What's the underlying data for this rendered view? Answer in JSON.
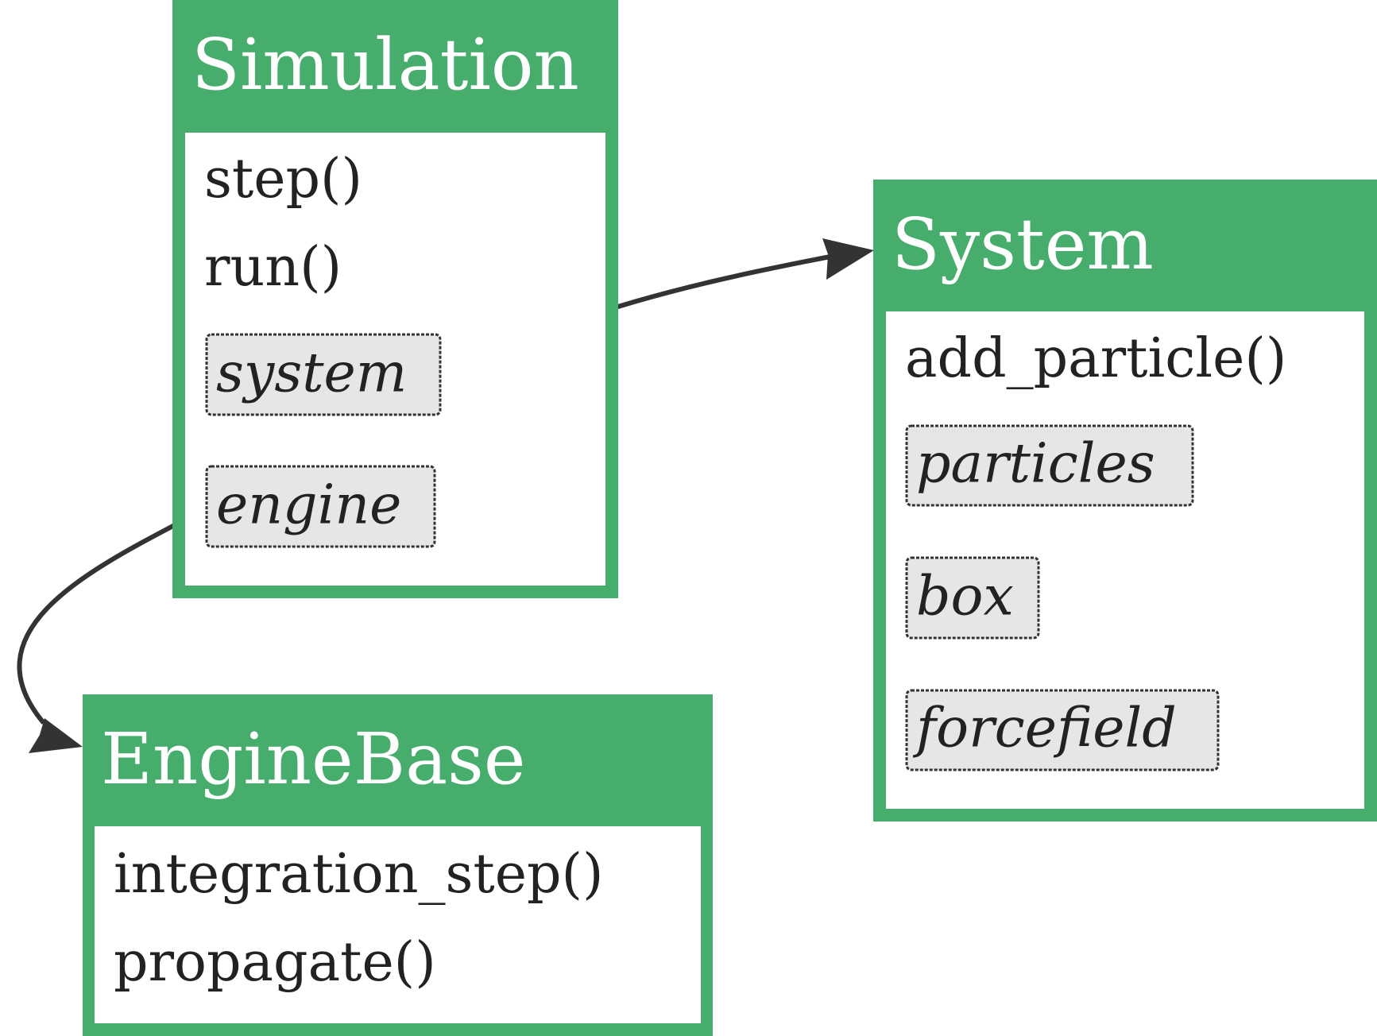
{
  "colors": {
    "class_header": "#46ad6c",
    "class_body": "#ffffff",
    "attribute_fill": "#e6e6e6",
    "edge": "#333333",
    "text_dark": "#222222",
    "text_light": "#ffffff"
  },
  "classes": {
    "simulation": {
      "name": "Simulation",
      "methods": [
        "step()",
        "run()"
      ],
      "attributes": [
        "system",
        "engine"
      ]
    },
    "system": {
      "name": "System",
      "methods": [
        "add_particle()"
      ],
      "attributes": [
        "particles",
        "box",
        "forcefield"
      ]
    },
    "engine_base": {
      "name": "EngineBase",
      "methods": [
        "integration_step()",
        "propagate()"
      ],
      "attributes": []
    }
  },
  "edges": [
    {
      "from": "Simulation.system",
      "to": "System"
    },
    {
      "from": "Simulation.engine",
      "to": "EngineBase"
    }
  ]
}
